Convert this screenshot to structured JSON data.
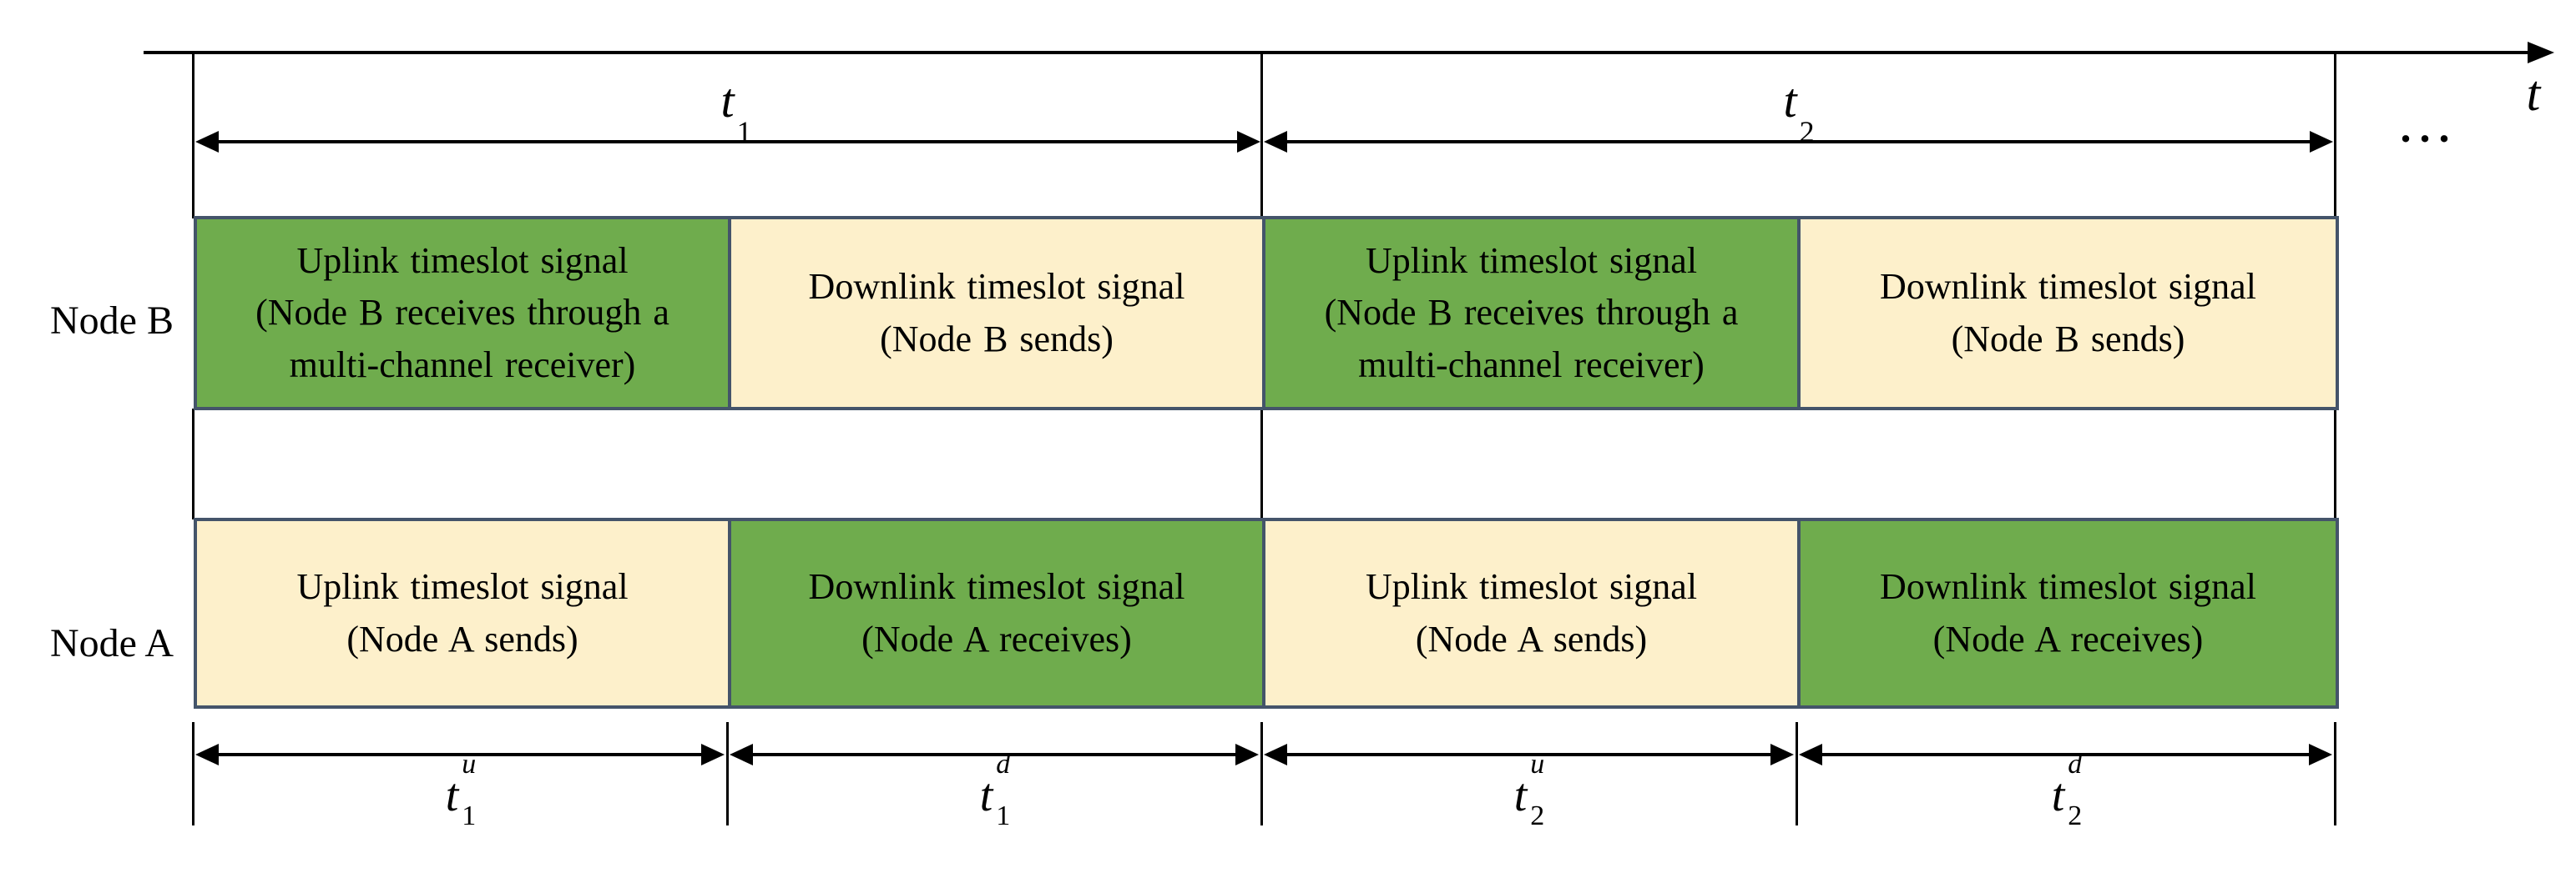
{
  "colors": {
    "green": "#6FAC4D",
    "cream": "#FDF0CB",
    "box_border": "#44546A",
    "line": "#000000"
  },
  "axis": {
    "label": "t",
    "ellipsis": "..."
  },
  "frame_labels": [
    {
      "base": "t",
      "sub": "1"
    },
    {
      "base": "t",
      "sub": "2"
    }
  ],
  "rows": [
    {
      "node": "Node B",
      "slots": [
        {
          "type": "uplink",
          "color": "green",
          "lines": [
            "Uplink timeslot signal",
            "(Node B receives through a",
            "multi-channel receiver)"
          ]
        },
        {
          "type": "downlink",
          "color": "cream",
          "lines": [
            "Downlink timeslot signal",
            "(Node B sends)"
          ]
        },
        {
          "type": "uplink",
          "color": "green",
          "lines": [
            "Uplink timeslot signal",
            "(Node B receives through a",
            "multi-channel receiver)"
          ]
        },
        {
          "type": "downlink",
          "color": "cream",
          "lines": [
            "Downlink timeslot signal",
            "(Node B sends)"
          ]
        }
      ]
    },
    {
      "node": "Node A",
      "slots": [
        {
          "type": "uplink",
          "color": "cream",
          "lines": [
            "Uplink timeslot signal",
            "(Node A sends)"
          ]
        },
        {
          "type": "downlink",
          "color": "green",
          "lines": [
            "Downlink timeslot signal",
            "(Node A receives)"
          ]
        },
        {
          "type": "uplink",
          "color": "cream",
          "lines": [
            "Uplink timeslot signal",
            "(Node A sends)"
          ]
        },
        {
          "type": "downlink",
          "color": "green",
          "lines": [
            "Downlink timeslot signal",
            "(Node A receives)"
          ]
        }
      ]
    }
  ],
  "slot_labels": [
    {
      "base": "t",
      "sup": "u",
      "sub": "1"
    },
    {
      "base": "t",
      "sup": "d",
      "sub": "1"
    },
    {
      "base": "t",
      "sup": "u",
      "sub": "2"
    },
    {
      "base": "t",
      "sup": "d",
      "sub": "2"
    }
  ]
}
